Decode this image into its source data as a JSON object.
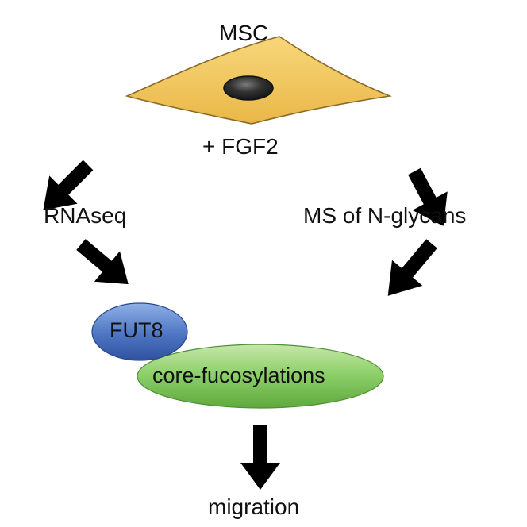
{
  "diagram": {
    "cell_label": "MSC",
    "treatment_label": "+ FGF2",
    "left_branch_label": "RNAseq",
    "right_branch_label": "MS of N-glycans",
    "enzyme_label": "FUT8",
    "modification_label": "core-fucosylations",
    "outcome_label": "migration",
    "colors": {
      "cell_fill": "#f3c558",
      "nucleus_fill": "#2b2b2b",
      "enzyme_fill": "#4b73c0",
      "modification_fill": "#7fc45c",
      "arrow_fill": "#000000"
    },
    "icons": [
      "cell-icon",
      "nucleus-icon",
      "arrow-icon"
    ]
  }
}
